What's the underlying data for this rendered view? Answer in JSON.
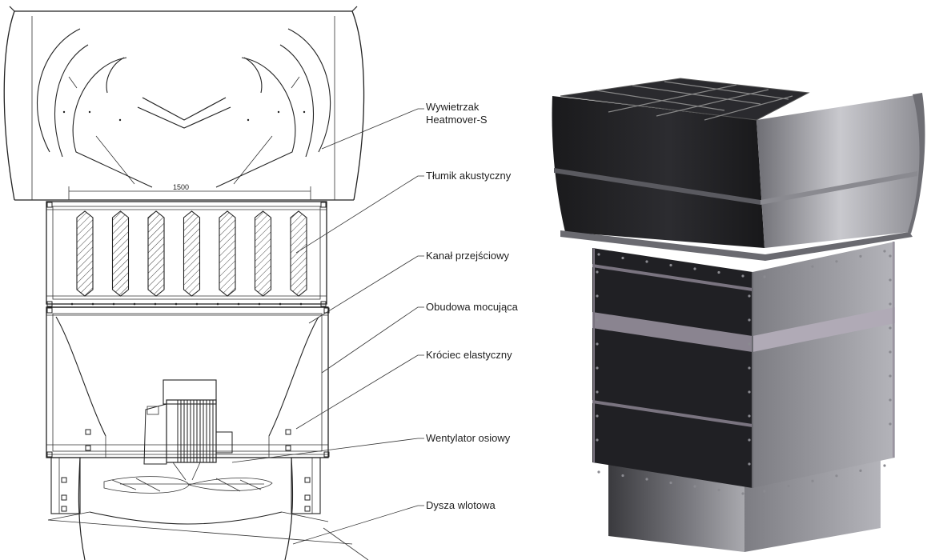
{
  "drawing": {
    "dimension_label": "1500",
    "callouts": [
      {
        "id": "wywietrzak",
        "lines": [
          "Wywietrzak",
          "Heatmover-S"
        ]
      },
      {
        "id": "tlumik",
        "lines": [
          "Tłumik akustyczny"
        ]
      },
      {
        "id": "kanal",
        "lines": [
          "Kanał przejściowy"
        ]
      },
      {
        "id": "obudowa",
        "lines": [
          "Obudowa mocująca"
        ]
      },
      {
        "id": "krociec",
        "lines": [
          "Króciec elastyczny"
        ]
      },
      {
        "id": "wentylator",
        "lines": [
          "Wentylator osiowy"
        ]
      },
      {
        "id": "dysza",
        "lines": [
          "Dysza wlotowa"
        ]
      }
    ]
  },
  "colors": {
    "line": "#222222",
    "render_dark": "#1c1c1e",
    "render_mid": "#3a3a3e",
    "render_light": "#9a9aa0",
    "render_frame": "#8a8490"
  }
}
